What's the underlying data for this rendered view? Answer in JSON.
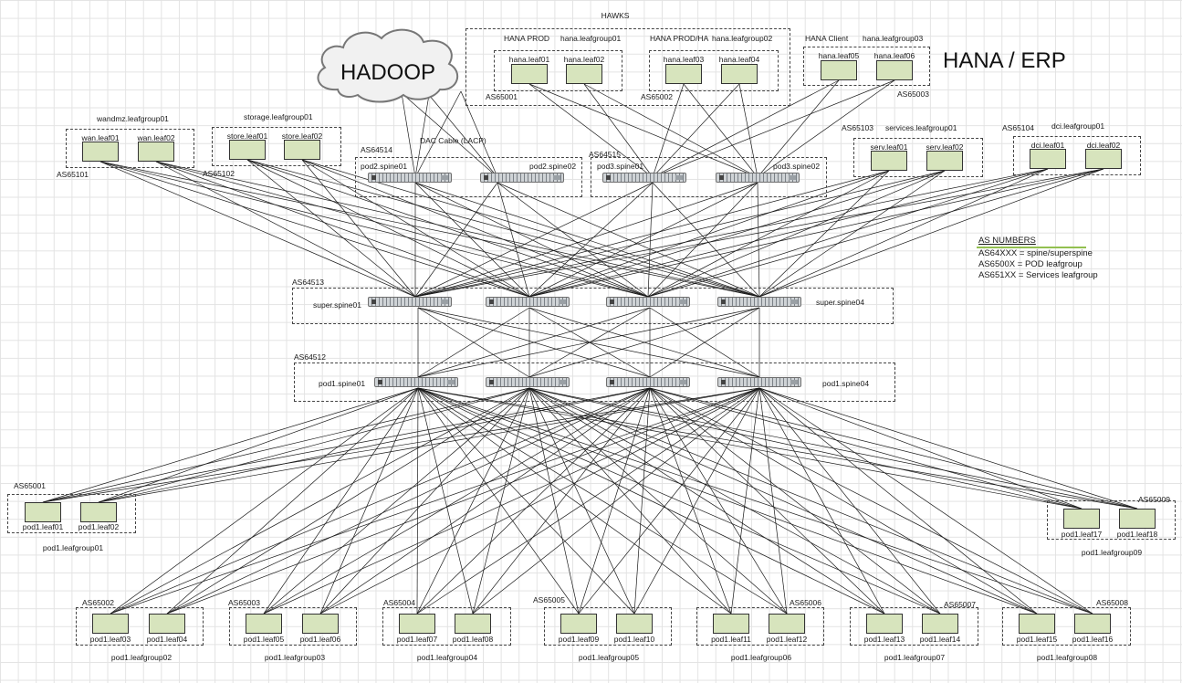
{
  "title_hawks": "HAWKS",
  "hana_erp": "HANA / ERP",
  "hadoop": "HADOOP",
  "dac_cable": "DAC Cable (LACP)",
  "hana": {
    "prod": "HANA PROD",
    "prod_ha": "HANA PROD/HA",
    "client": "HANA Client",
    "group01": "hana.leafgroup01",
    "group02": "hana.leafgroup02",
    "group03": "hana.leafgroup03",
    "as_prod": "AS65001",
    "as_prod_ha": "AS65002",
    "as_client": "AS65003",
    "leaves": [
      "hana.leaf01",
      "hana.leaf02",
      "hana.leaf03",
      "hana.leaf04",
      "hana.leaf05",
      "hana.leaf06"
    ]
  },
  "wan": {
    "group": "wandmz.leafgroup01",
    "as": "AS65101",
    "leaves": [
      "wan.leaf01",
      "wan.leaf02"
    ]
  },
  "storage": {
    "group": "storage.leafgroup01",
    "as": "AS65102",
    "leaves": [
      "store.leaf01",
      "store.leaf02"
    ]
  },
  "services": {
    "group": "services.leafgroup01",
    "as": "AS65103",
    "leaves": [
      "serv.leaf01",
      "serv.leaf02"
    ]
  },
  "dci": {
    "group": "dci.leafgroup01",
    "as": "AS65104",
    "leaves": [
      "dci.leaf01",
      "dci.leaf02"
    ]
  },
  "pod2": {
    "as": "AS64514",
    "spines": [
      "pod2.spine01",
      "pod2.spine02"
    ]
  },
  "pod3": {
    "as": "AS64515",
    "spines": [
      "pod3.spine01",
      "pod3.spine02"
    ]
  },
  "super": {
    "as": "AS64513",
    "first": "super.spine01",
    "last": "super.spine04"
  },
  "pod1_spines": {
    "as": "AS64512",
    "first": "pod1.spine01",
    "last": "pod1.spine04"
  },
  "legend": {
    "title": "AS NUMBERS",
    "rows": [
      "AS64XXX = spine/superspine",
      "AS6500X = POD leafgroup",
      "AS651XX = Services leafgroup"
    ],
    "accent": "#92c050"
  },
  "pod1_groups": [
    {
      "name": "pod1.leafgroup01",
      "as": "AS65001",
      "leaves": [
        "pod1.leaf01",
        "pod1.leaf02"
      ]
    },
    {
      "name": "pod1.leafgroup02",
      "as": "AS65002",
      "leaves": [
        "pod1.leaf03",
        "pod1.leaf04"
      ]
    },
    {
      "name": "pod1.leafgroup03",
      "as": "AS65003",
      "leaves": [
        "pod1.leaf05",
        "pod1.leaf06"
      ]
    },
    {
      "name": "pod1.leafgroup04",
      "as": "AS65004",
      "leaves": [
        "pod1.leaf07",
        "pod1.leaf08"
      ]
    },
    {
      "name": "pod1.leafgroup05",
      "as": "AS65005",
      "leaves": [
        "pod1.leaf09",
        "pod1.leaf10"
      ]
    },
    {
      "name": "pod1.leafgroup06",
      "as": "AS65006",
      "leaves": [
        "pod1.leaf11",
        "pod1.leaf12"
      ]
    },
    {
      "name": "pod1.leafgroup07",
      "as": "AS65007",
      "leaves": [
        "pod1.leaf13",
        "pod1.leaf14"
      ]
    },
    {
      "name": "pod1.leafgroup08",
      "as": "AS65008",
      "leaves": [
        "pod1.leaf15",
        "pod1.leaf16"
      ]
    },
    {
      "name": "pod1.leafgroup09",
      "as": "AS65009",
      "leaves": [
        "pod1.leaf17",
        "pod1.leaf18"
      ]
    }
  ],
  "colors": {
    "leaf_fill": "#d7e4bd",
    "line": "#1a1a1a",
    "grid": "#e3e3e3"
  }
}
